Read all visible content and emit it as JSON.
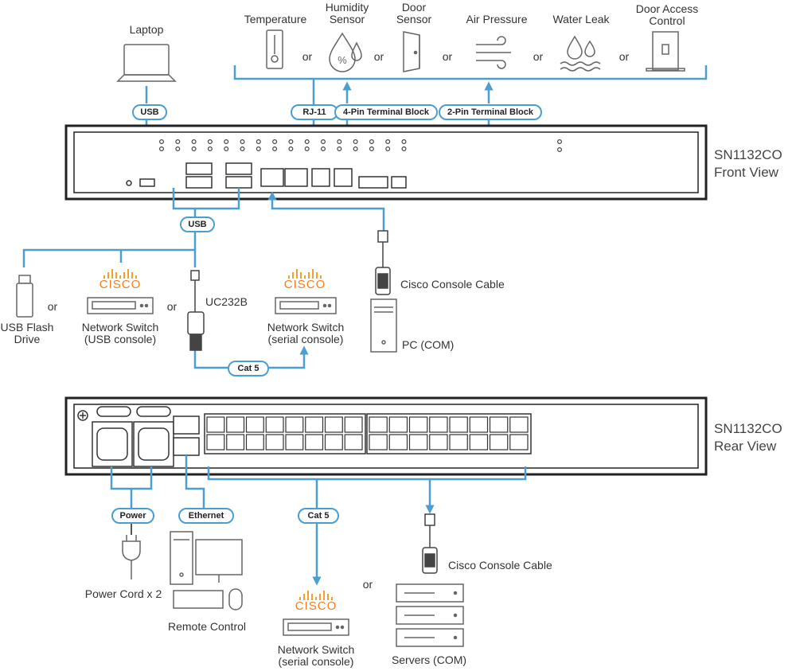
{
  "sensors": {
    "temperature": "Temperature",
    "humidity": "Humidity\nSensor",
    "door": "Door\nSensor",
    "air_pressure": "Air Pressure",
    "water_leak": "Water Leak",
    "door_access": "Door Access\nControl",
    "or": "or"
  },
  "connectors": {
    "rj11": "RJ-11",
    "pin4": "4-Pin Terminal Block",
    "pin2": "2-Pin Terminal Block",
    "usb_top": "USB",
    "usb_mid": "USB",
    "cat5_front": "Cat 5",
    "power": "Power",
    "ethernet": "Ethernet",
    "cat5_rear": "Cat 5"
  },
  "devices": {
    "laptop": "Laptop",
    "usb_flash": "USB Flash\nDrive",
    "network_switch_usb": "Network Switch\n(USB console)",
    "uc232b": "UC232B",
    "network_switch_serial_front": "Network Switch\n(serial console)",
    "cisco_console_cable_front": "Cisco Console Cable",
    "pc_com": "PC (COM)",
    "power_cord": "Power Cord x 2",
    "remote_control": "Remote Control",
    "network_switch_serial_rear": "Network Switch\n(serial console)",
    "cisco_console_cable_rear": "Cisco Console Cable",
    "servers_com": "Servers (COM)",
    "cisco_logo": "CISCO",
    "or": "or"
  },
  "views": {
    "front": "SN1132CO\nFront View",
    "rear": "SN1132CO\nRear View"
  },
  "colors": {
    "connection_line": "#4a9fd0",
    "device_line": "#555555",
    "cisco_logo": "#f08020"
  }
}
